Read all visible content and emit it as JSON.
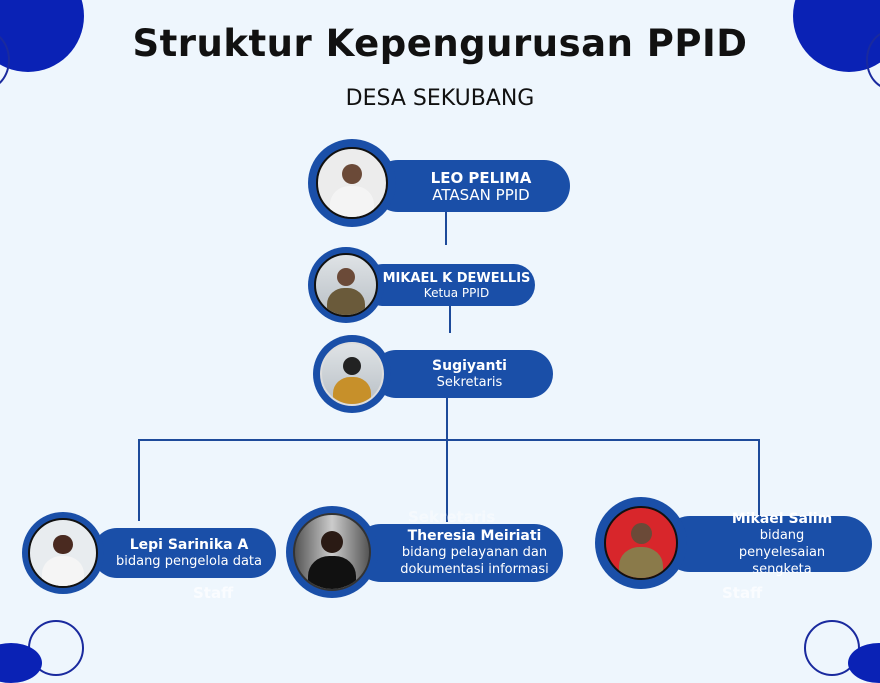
{
  "title": "Struktur Kepengurusan PPID",
  "subtitle": "DESA SEKUBANG",
  "members": [
    {
      "name": "LEO PELIMA",
      "role": "ATASAN PPID"
    },
    {
      "name": "MIKAEL K DEWELLIS",
      "role": "Ketua PPID"
    },
    {
      "name": "Sugiyanti",
      "role": "Sekretaris"
    },
    {
      "name": "Lepi Sarinika A",
      "role": "bidang pengelola data"
    },
    {
      "name": "Theresia Meiriati",
      "role": "bidang pelayanan dan dokumentasi informasi"
    },
    {
      "name": "Mikael Salim",
      "role": "bidang penyelesaian sengketa"
    }
  ],
  "ghost": {
    "staff": "Staff",
    "sekretaris": "Sekretaris"
  },
  "colors": {
    "accent": "#1a4fa8",
    "circle": "#0a22b5",
    "background": "#eef6fd"
  }
}
